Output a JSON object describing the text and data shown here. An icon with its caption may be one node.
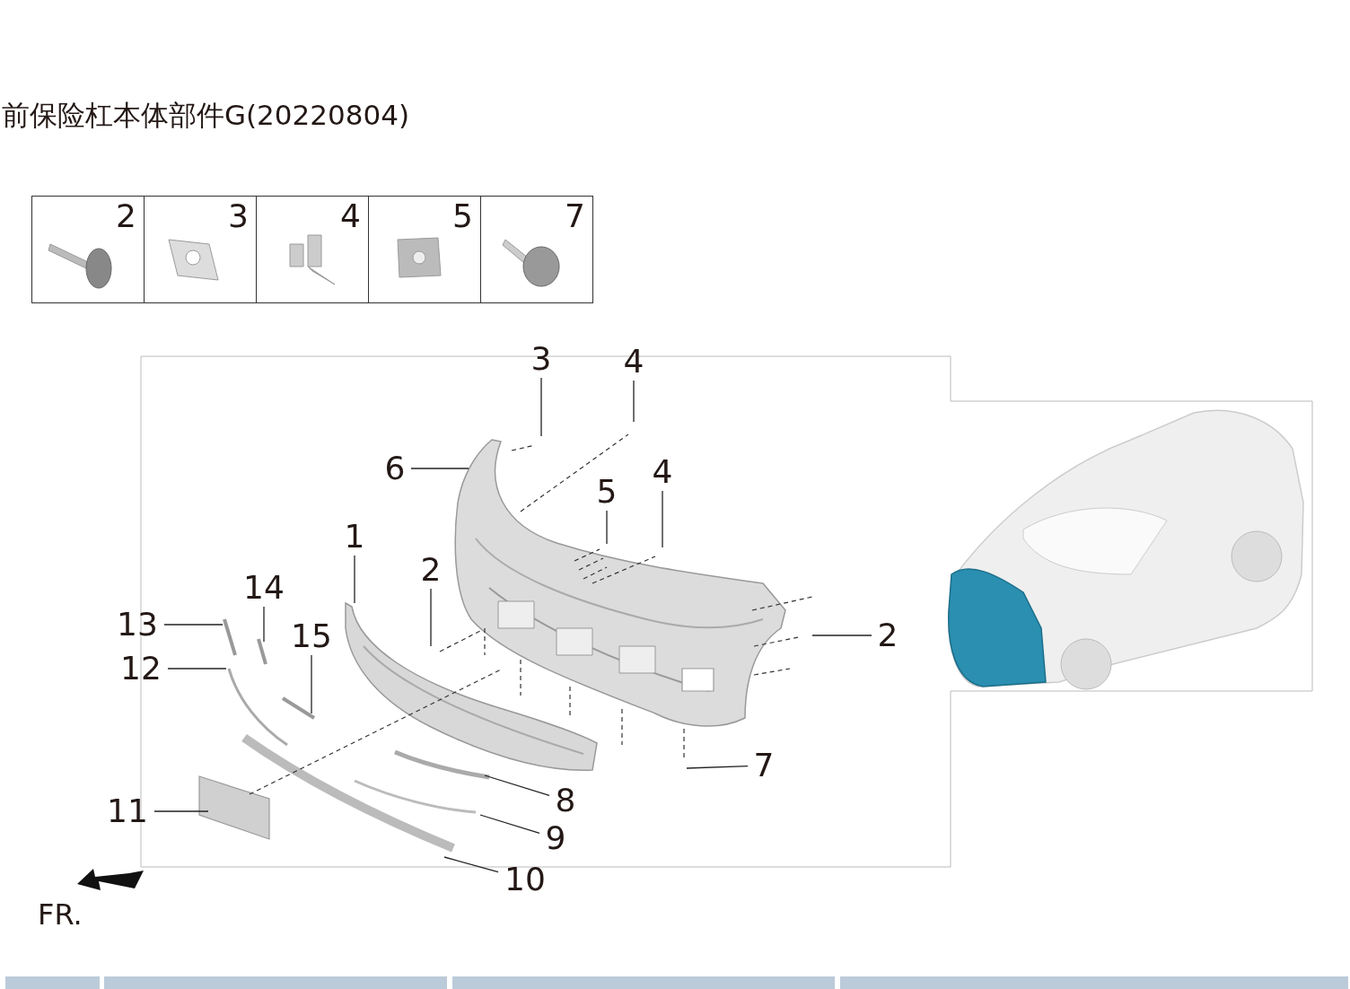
{
  "diagram": {
    "title": "前保险杠本体部件G(20220804)",
    "nodes": [
      {
        "text": [
          "2"
        ]
      },
      {
        "text": [
          "3"
        ]
      },
      {
        "text": [
          "4"
        ]
      },
      {
        "text": [
          "5"
        ]
      },
      {
        "text": [
          "7"
        ]
      },
      {
        "text": [
          "3"
        ]
      },
      {
        "text": [
          "4"
        ]
      },
      {
        "text": [
          "6"
        ]
      },
      {
        "text": [
          "4"
        ]
      },
      {
        "text": [
          "5"
        ]
      },
      {
        "text": [
          "1"
        ]
      },
      {
        "text": [
          "2"
        ]
      },
      {
        "text": [
          "14"
        ]
      },
      {
        "text": [
          "13"
        ]
      },
      {
        "text": [
          "15"
        ]
      },
      {
        "text": [
          "12"
        ]
      },
      {
        "text": [
          "2"
        ]
      },
      {
        "text": [
          "7"
        ]
      },
      {
        "text": [
          "11"
        ]
      },
      {
        "text": [
          "8"
        ]
      },
      {
        "text": [
          "9"
        ]
      },
      {
        "text": [
          "10"
        ]
      }
    ],
    "edges": [
      {
        "from": 5,
        "to": null,
        "arrow": "none"
      },
      {
        "from": 6,
        "to": null,
        "arrow": "none"
      },
      {
        "from": 7,
        "to": null,
        "arrow": "none"
      },
      {
        "from": 8,
        "to": null,
        "arrow": "none"
      },
      {
        "from": 9,
        "to": null,
        "arrow": "none"
      },
      {
        "from": 10,
        "to": null,
        "arrow": "none"
      },
      {
        "from": 11,
        "to": null,
        "arrow": "none"
      },
      {
        "from": 12,
        "to": null,
        "arrow": "none"
      },
      {
        "from": 13,
        "to": null,
        "arrow": "none"
      },
      {
        "from": 14,
        "to": null,
        "arrow": "none"
      },
      {
        "from": 15,
        "to": null,
        "arrow": "none"
      },
      {
        "from": 16,
        "to": null,
        "arrow": "none"
      },
      {
        "from": 17,
        "to": null,
        "arrow": "none"
      },
      {
        "from": 18,
        "to": null,
        "arrow": "none"
      },
      {
        "from": 19,
        "to": null,
        "arrow": "none"
      },
      {
        "from": 20,
        "to": null,
        "arrow": "none"
      },
      {
        "from": 21,
        "to": null,
        "arrow": "none"
      }
    ],
    "labels": [
      "FR."
    ]
  }
}
